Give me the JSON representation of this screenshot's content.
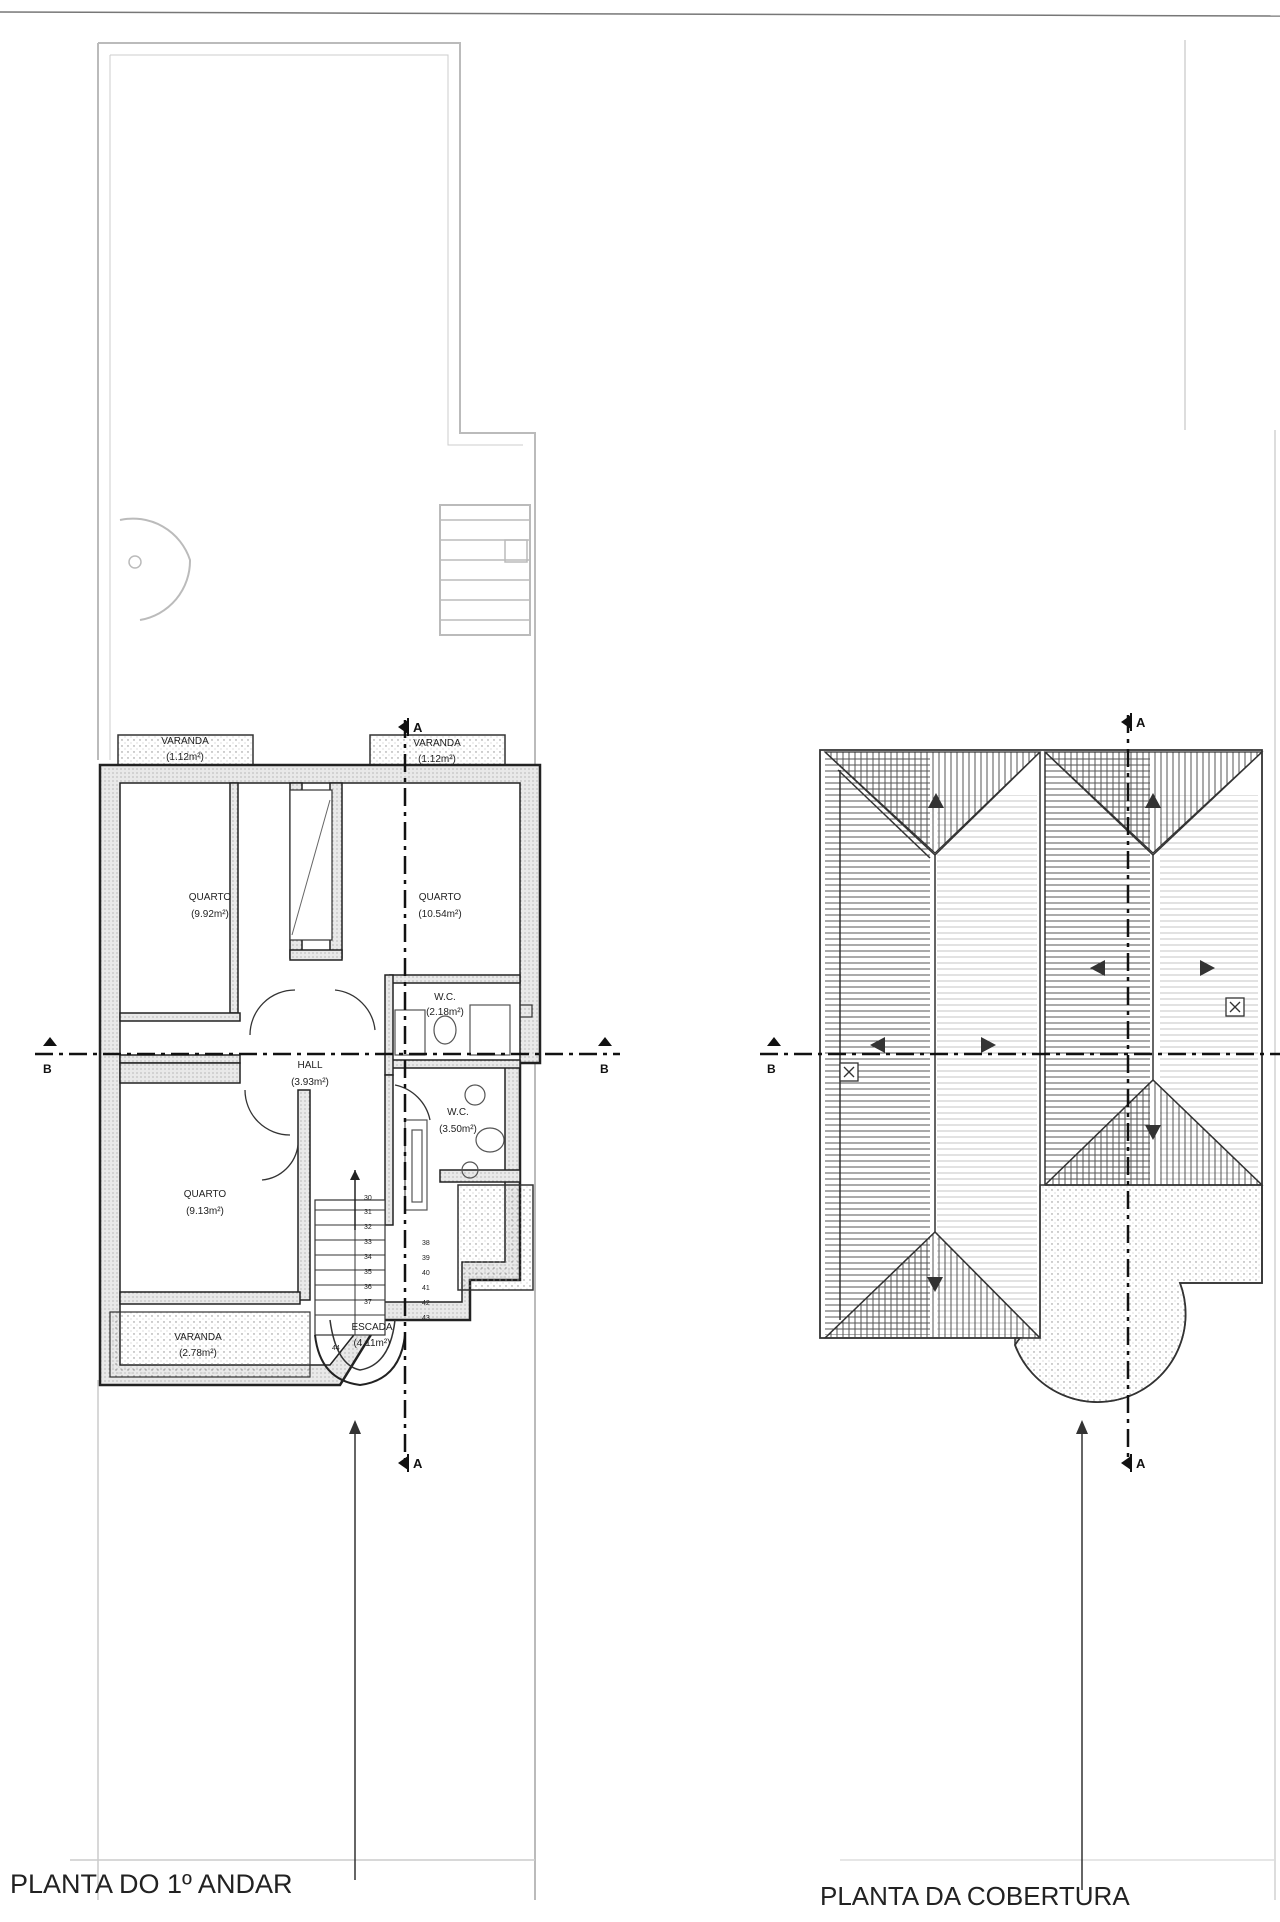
{
  "first_floor": {
    "title": "PLANTA DO 1º ANDAR",
    "rooms": [
      {
        "name": "QUARTO",
        "area": "(9.92m²)"
      },
      {
        "name": "QUARTO",
        "area": "(10.54m²)"
      },
      {
        "name": "W.C.",
        "area": "(2.18m²)"
      },
      {
        "name": "HALL",
        "area": "(3.93m²)"
      },
      {
        "name": "W.C.",
        "area": "(3.50m²)"
      },
      {
        "name": "QUARTO",
        "area": "(9.13m²)"
      },
      {
        "name": "VARANDA",
        "area": "(1.12m²)"
      },
      {
        "name": "VARANDA",
        "area": "(1.12m²)"
      },
      {
        "name": "VARANDA",
        "area": "(2.78m²)"
      },
      {
        "name": "ESCADA",
        "area": "(4.11m²)"
      }
    ],
    "stair_steps": [
      "30",
      "31",
      "32",
      "33",
      "34",
      "35",
      "36",
      "37",
      "38",
      "39",
      "40",
      "41",
      "42",
      "43",
      "44"
    ]
  },
  "roof": {
    "title": "PLANTA DA COBERTURA"
  },
  "section_marks": {
    "a": "A",
    "b": "B"
  },
  "colors": {
    "line": "#222222",
    "faint": "#bdbdbd",
    "hatch": "#555555"
  }
}
